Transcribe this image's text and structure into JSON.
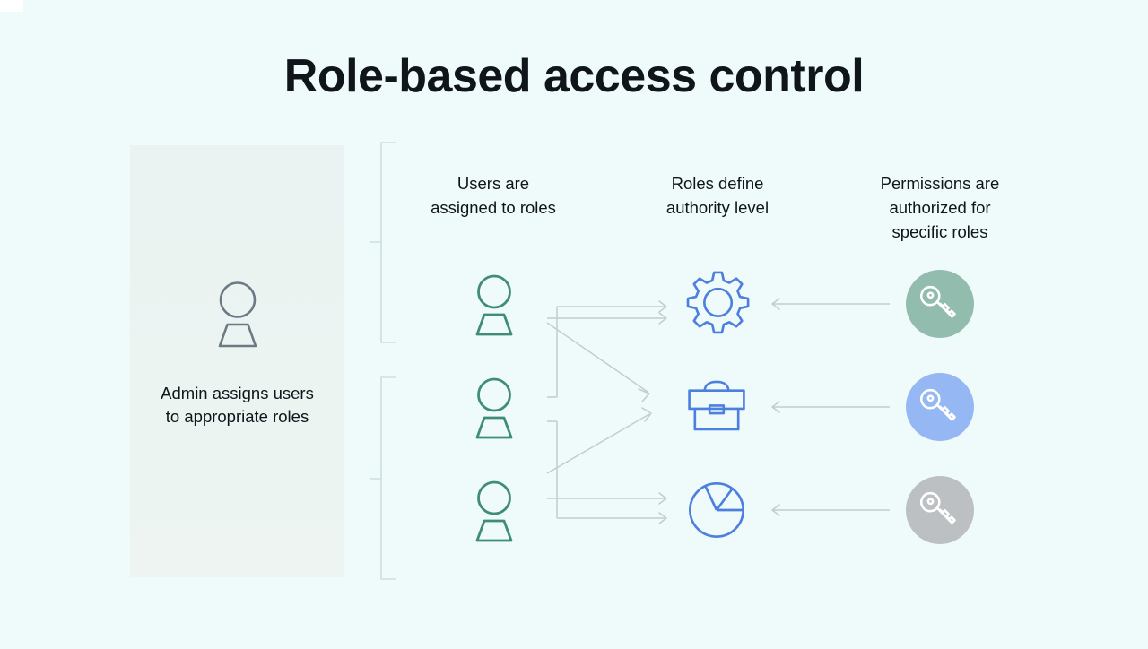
{
  "slide": {
    "title": "Role-based access control",
    "background_color": "#effafa",
    "title_color": "#10151b"
  },
  "admin_panel": {
    "caption_line1": "Admin assigns users",
    "caption_line2": "to appropriate roles",
    "icon": "person-icon",
    "icon_color": "#6c7a85",
    "panel_color": "#eaf3f1"
  },
  "columns": [
    {
      "id": "users",
      "head_line1": "Users are",
      "head_line2": "assigned to roles",
      "head_line3": ""
    },
    {
      "id": "roles",
      "head_line1": "Roles define",
      "head_line2": "authority level",
      "head_line3": ""
    },
    {
      "id": "permissions",
      "head_line1": "Permissions are",
      "head_line2": "authorized for",
      "head_line3": "specific roles"
    }
  ],
  "users": [
    {
      "icon": "person-icon",
      "color": "#3e8d74",
      "label": "user-1"
    },
    {
      "icon": "person-icon",
      "color": "#3e8d74",
      "label": "user-2"
    },
    {
      "icon": "person-icon",
      "color": "#3e8d74",
      "label": "user-3"
    }
  ],
  "roles": [
    {
      "icon": "gear-icon",
      "color": "#4d7fe0",
      "label": "role-gear"
    },
    {
      "icon": "briefcase-icon",
      "color": "#4d7fe0",
      "label": "role-briefcase"
    },
    {
      "icon": "pie-chart-icon",
      "color": "#4d7fe0",
      "label": "role-pie-chart"
    }
  ],
  "permissions": [
    {
      "icon": "key-icon",
      "badge_color": "#92bdae",
      "key_color": "#ffffff",
      "label": "permission-1"
    },
    {
      "icon": "key-icon",
      "badge_color": "#95b7f4",
      "key_color": "#ffffff",
      "label": "permission-2"
    },
    {
      "icon": "key-icon",
      "badge_color": "#bcc0c3",
      "key_color": "#ffffff",
      "label": "permission-3"
    }
  ],
  "connectors": {
    "line_color": "#c3ccd0",
    "user_to_role_count": 6,
    "permission_to_role_count": 3,
    "permission_arrow_direction": "left"
  },
  "brackets": {
    "color": "#ccdfe2",
    "count": 2
  }
}
